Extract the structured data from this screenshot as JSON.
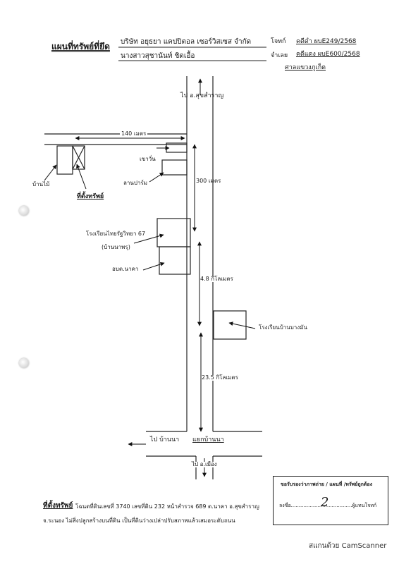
{
  "header": {
    "title": "แผนที่ทรัพย์ที่ยึด",
    "company": "บริษัท อยุธยา แคปปิตอล เซอร์วิสเซส จำกัด",
    "defendant": "นางสาวสุชานันท์  ชิดเอื้อ",
    "plaintiff_label": "โจทก์",
    "defendant_label": "จำเลย",
    "case_black": "คดีดำ  ผบE249/2568",
    "case_red": "คดีแดง  ผบE600/2568",
    "court": "ศาลแขวงภูเก็ต"
  },
  "map": {
    "to_suksamran": "ไป อ.สุขสำราญ",
    "distance_140": "140 เมตร",
    "khaowan": "เขาวั่น",
    "palm_yard": "ลานปาร์ม",
    "house": "บ้านไม้",
    "property_location": "ที่ตั้งทรัพย์",
    "distance_300": "300 เมตร",
    "school_1": "โรงเรียนไทยรัฐวิทยา  67",
    "school_1_sub": "(บ้านนาพรุ)",
    "tambon_office": "อบต.นาคา",
    "distance_4_8": "4.8 กิโลเมตร",
    "school_2": "โรงเรียนบ้านบางมัน",
    "distance_23_5": "23.5 กิโลเมตร",
    "to_ban_na": "ไป บ้านนา",
    "junction": "แยกบ้านนา",
    "to_mueang": "ไป อ.เมือง"
  },
  "footer": {
    "label": "ที่ตั้งทรัพย์",
    "line1": "โฉนดที่ดินเลขที่ 3740  เลขที่ดิน 232  หน้าสำรวจ 689  ต.นาคา  อ.สุขสำราญ",
    "line2": "จ.ระนอง  ไม่สิ่งปลูกสร้างบนที่ดิน เป็นที่ดินว่างเปล่าปรับสภาพแล้วเสมอระดับถนน"
  },
  "certification": {
    "text": "ขอรับรองว่าภาพถ่าย / แผนที่ /ทรัพย์ถูกต้อง",
    "sign_prefix": "ลงชื่อ.......................................ผู้แทนโจทก์"
  },
  "watermark": "สแกนด้วย CamScanner"
}
